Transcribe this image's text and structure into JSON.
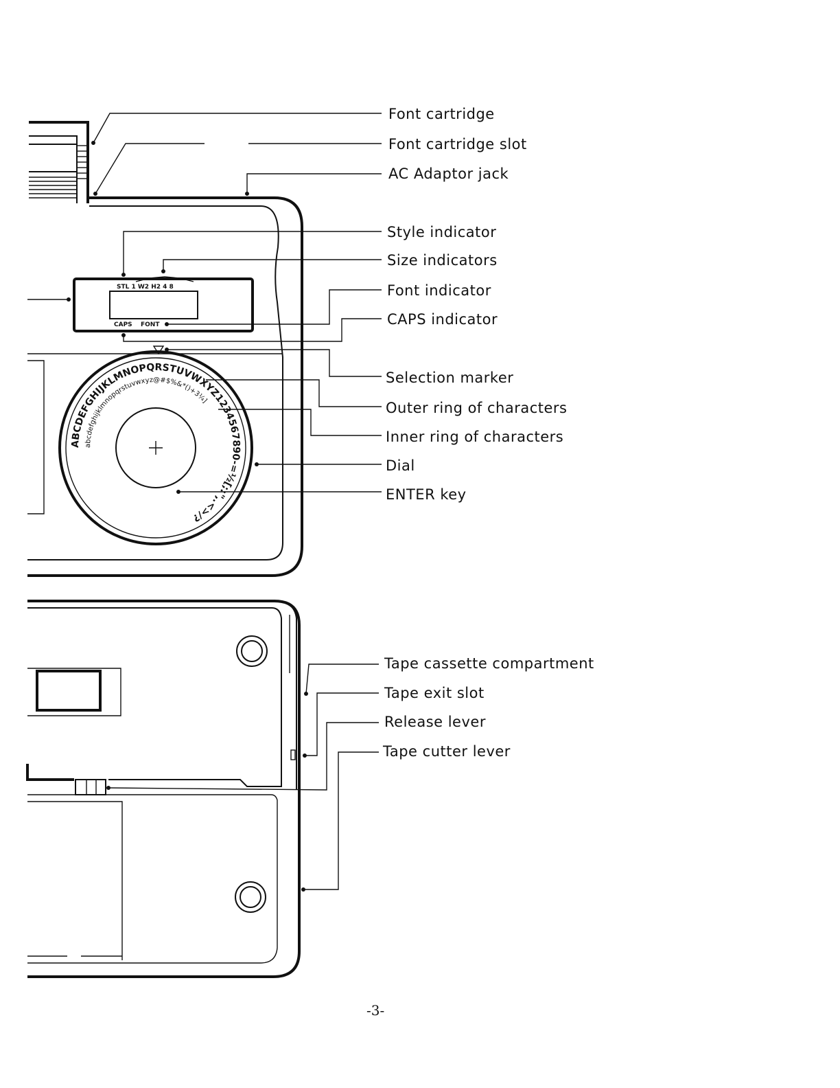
{
  "labels": {
    "font_cartridge": "Font cartridge",
    "font_cartridge_slot": "Font cartridge slot",
    "ac_adaptor_jack": "AC Adaptor jack",
    "style_indicator": "Style indicator",
    "size_indicators": "Size indicators",
    "font_indicator": "Font indicator",
    "caps_indicator": "CAPS indicator",
    "selection_marker": "Selection marker",
    "outer_ring": "Outer ring of characters",
    "inner_ring": "Inner ring of characters",
    "dial": "Dial",
    "enter_key": "ENTER key",
    "tape_cassette_compartment": "Tape cassette compartment",
    "tape_exit_slot": "Tape exit slot",
    "release_lever": "Release lever",
    "tape_cutter_lever": "Tape cutter lever"
  },
  "display": {
    "top_indicators": "STL  1  W2 H2  4   8",
    "caps": "CAPS",
    "font": "FONT"
  },
  "dial_rings": {
    "outer": "ABCDEFGHIJKLMNOPQRSTUVWXYZ1234567890-=½[;:\",.<>/?",
    "inner": "abcdefghijklmnopqrstuvwxyz@#$%&*()+3¼]"
  },
  "page_number": "-3-"
}
